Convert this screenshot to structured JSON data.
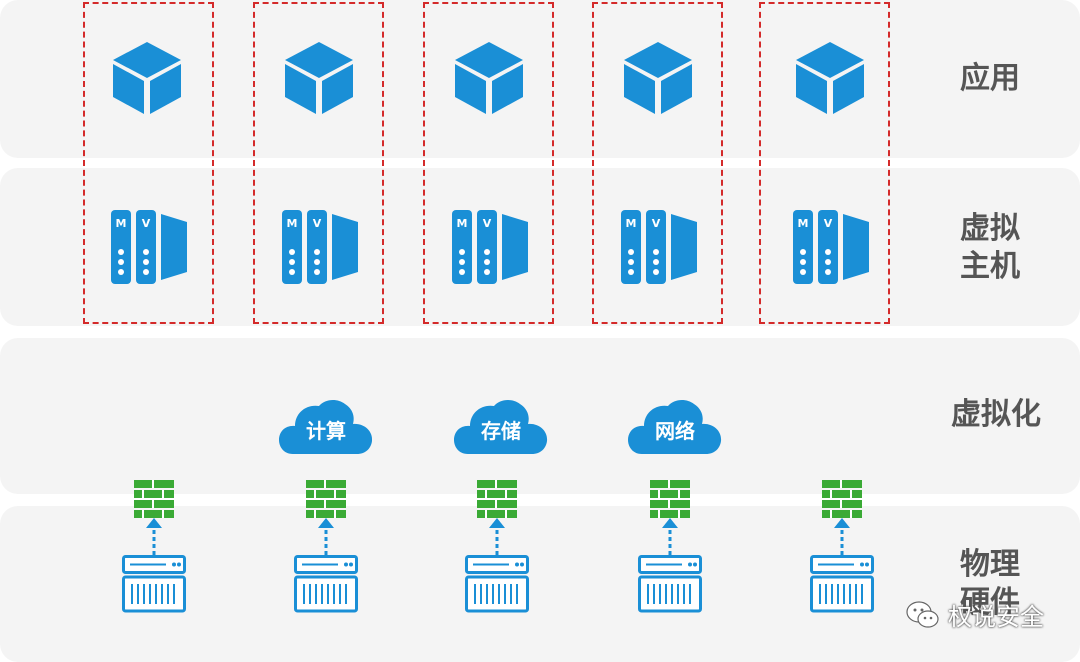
{
  "layers": {
    "app": "应用",
    "vm_line1": "虚拟",
    "vm_line2": "主机",
    "virtualization": "虚拟化",
    "physical_line1": "物理",
    "physical_line2": "硬件"
  },
  "clouds": [
    {
      "label": "计算"
    },
    {
      "label": "存储"
    },
    {
      "label": "网络"
    }
  ],
  "vm_badges": {
    "left": "M",
    "right": "V"
  },
  "watermark": "权说安全",
  "colors": {
    "accent_blue": "#1a8fd6",
    "firewall_green": "#3aaa35",
    "dashed_red": "#d42a2a",
    "band_gray": "#f4f4f4"
  },
  "icons": [
    "cube-icon",
    "vm-server-icon",
    "cloud-icon",
    "firewall-icon",
    "server-hardware-icon",
    "wechat-icon"
  ]
}
